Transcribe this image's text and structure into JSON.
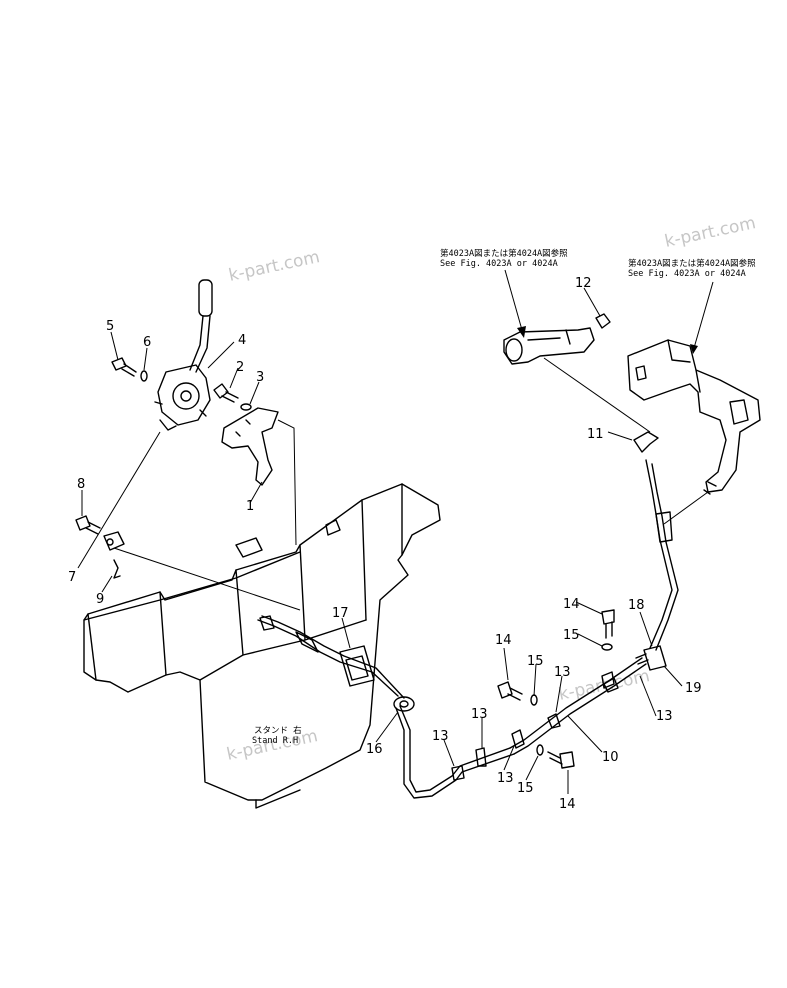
{
  "watermark": "k-part.com",
  "notes": {
    "ref_left_jp": "第4023A図または第4024A図参照",
    "ref_left_en": "See Fig. 4023A or 4024A",
    "ref_right_jp": "第4023A図または第4024A図参照",
    "ref_right_en": "See Fig. 4023A or 4024A",
    "stand_jp": "スタンド 右",
    "stand_en": "Stand R.H"
  },
  "callouts": {
    "c1": "1",
    "c2": "2",
    "c3": "3",
    "c4": "4",
    "c5": "5",
    "c6": "6",
    "c7": "7",
    "c8": "8",
    "c9": "9",
    "c10": "10",
    "c11": "11",
    "c12": "12",
    "c13a": "13",
    "c13b": "13",
    "c13c": "13",
    "c13d": "13",
    "c13e": "13",
    "c14a": "14",
    "c14b": "14",
    "c14c": "14",
    "c15a": "15",
    "c15b": "15",
    "c15c": "15",
    "c16": "16",
    "c17": "17",
    "c18": "18",
    "c19": "19"
  }
}
